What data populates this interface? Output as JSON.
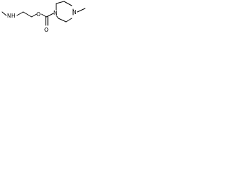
{
  "molecule": {
    "atoms": {
      "amine_nitrogen": "N",
      "amine_hydrogen": "H",
      "ester_oxygen": "O",
      "carbonyl_oxygen": "O",
      "ring_nitrogen_acyl": "N",
      "ring_nitrogen_methyl": "N"
    }
  }
}
